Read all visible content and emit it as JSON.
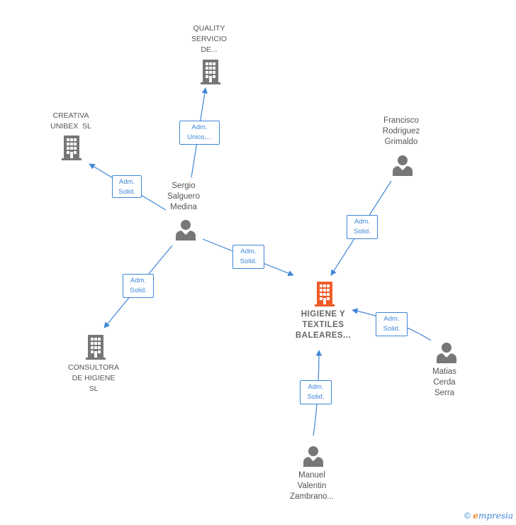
{
  "nodes": {
    "quality": {
      "label": "QUALITY SERVICIO DE...",
      "lines": [
        "QUALITY",
        "SERVICIO",
        "DE..."
      ],
      "type": "company"
    },
    "creativa": {
      "label": "CREATIVA UNIBEX SL",
      "lines": [
        "CREATIVA",
        "UNIBEX  SL"
      ],
      "type": "company"
    },
    "sergio": {
      "label": "Sergio Salguero Medina",
      "lines": [
        "Sergio",
        "Salguero",
        "Medina"
      ],
      "type": "person"
    },
    "francisco": {
      "label": "Francisco Rodriguez Grimaldo",
      "lines": [
        "Francisco",
        "Rodriguez",
        "Grimaldo"
      ],
      "type": "person"
    },
    "higiene": {
      "label": "HIGIENE Y TEXTILES BALEARES...",
      "lines": [
        "HIGIENE Y",
        "TEXTILES",
        "BALEARES..."
      ],
      "type": "company-main"
    },
    "consultora": {
      "label": "CONSULTORA DE HIGIENE SL",
      "lines": [
        "CONSULTORA",
        "DE HIGIENE",
        "SL"
      ],
      "type": "company"
    },
    "matias": {
      "label": "Matias Cerda Serra",
      "lines": [
        "Matias",
        "Cerda",
        "Serra"
      ],
      "type": "person"
    },
    "manuel": {
      "label": "Manuel Valentin Zambrano...",
      "lines": [
        "Manuel",
        "Valentin",
        "Zambrano..."
      ],
      "type": "person"
    }
  },
  "edges": [
    {
      "from": "sergio",
      "to": "quality",
      "lines": [
        "Adm.",
        "Unico,..."
      ]
    },
    {
      "from": "sergio",
      "to": "creativa",
      "lines": [
        "Adm.",
        "Solid."
      ]
    },
    {
      "from": "sergio",
      "to": "higiene",
      "lines": [
        "Adm.",
        "Solid."
      ]
    },
    {
      "from": "sergio",
      "to": "consultora",
      "lines": [
        "Adm.",
        "Solid."
      ]
    },
    {
      "from": "francisco",
      "to": "higiene",
      "lines": [
        "Adm.",
        "Solid."
      ]
    },
    {
      "from": "matias",
      "to": "higiene",
      "lines": [
        "Adm.",
        "Solid."
      ]
    },
    {
      "from": "manuel",
      "to": "higiene",
      "lines": [
        "Adm.",
        "Solid."
      ]
    }
  ],
  "colors": {
    "edge": "#3f86d8",
    "company_icon": "#777777",
    "main_icon": "#f05a28",
    "person_icon": "#777777"
  },
  "footer": {
    "copyright": "©",
    "brand_e": "e",
    "brand_rest": "mpresia"
  }
}
